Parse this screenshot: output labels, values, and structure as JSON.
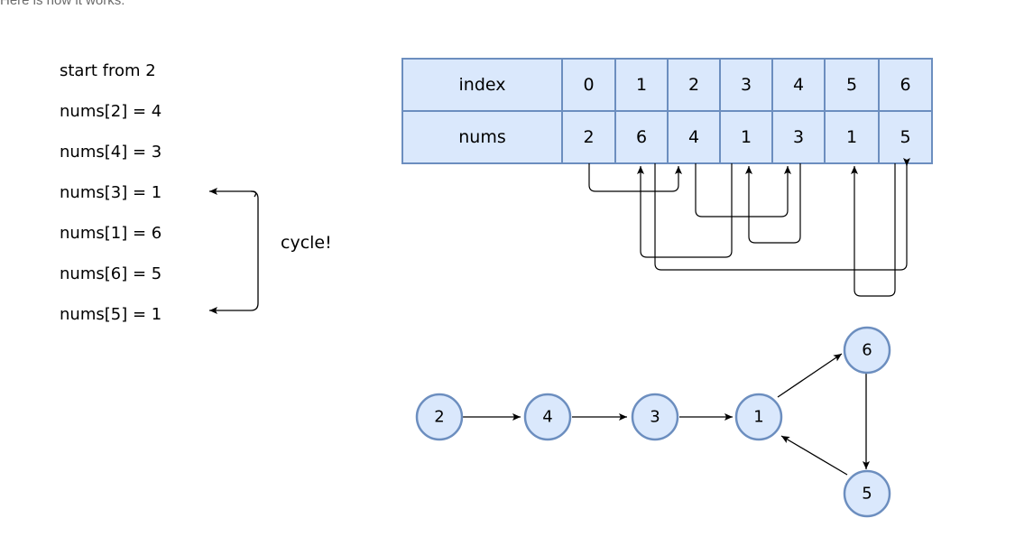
{
  "header_text": "Here is how it works:",
  "steps": [
    "start from 2",
    "nums[2] = 4",
    "nums[4] = 3",
    "nums[3] = 1",
    "nums[1] = 6",
    "nums[6] = 5",
    "nums[5] = 1"
  ],
  "cycle_label": "cycle!",
  "table": {
    "row_labels": [
      "index",
      "nums"
    ],
    "index": [
      "0",
      "1",
      "2",
      "3",
      "4",
      "5",
      "6"
    ],
    "nums": [
      "2",
      "6",
      "4",
      "1",
      "3",
      "1",
      "5"
    ]
  },
  "graph": {
    "nodes": [
      "2",
      "4",
      "3",
      "1",
      "6",
      "5"
    ],
    "edges": [
      [
        "2",
        "4"
      ],
      [
        "4",
        "3"
      ],
      [
        "3",
        "1"
      ],
      [
        "1",
        "6"
      ],
      [
        "6",
        "5"
      ],
      [
        "5",
        "1"
      ]
    ]
  },
  "colors": {
    "cell_fill": "#dae8fc",
    "cell_border": "#6c8ebf",
    "node_fill": "#dae8fc",
    "node_border": "#6c8ebf"
  }
}
